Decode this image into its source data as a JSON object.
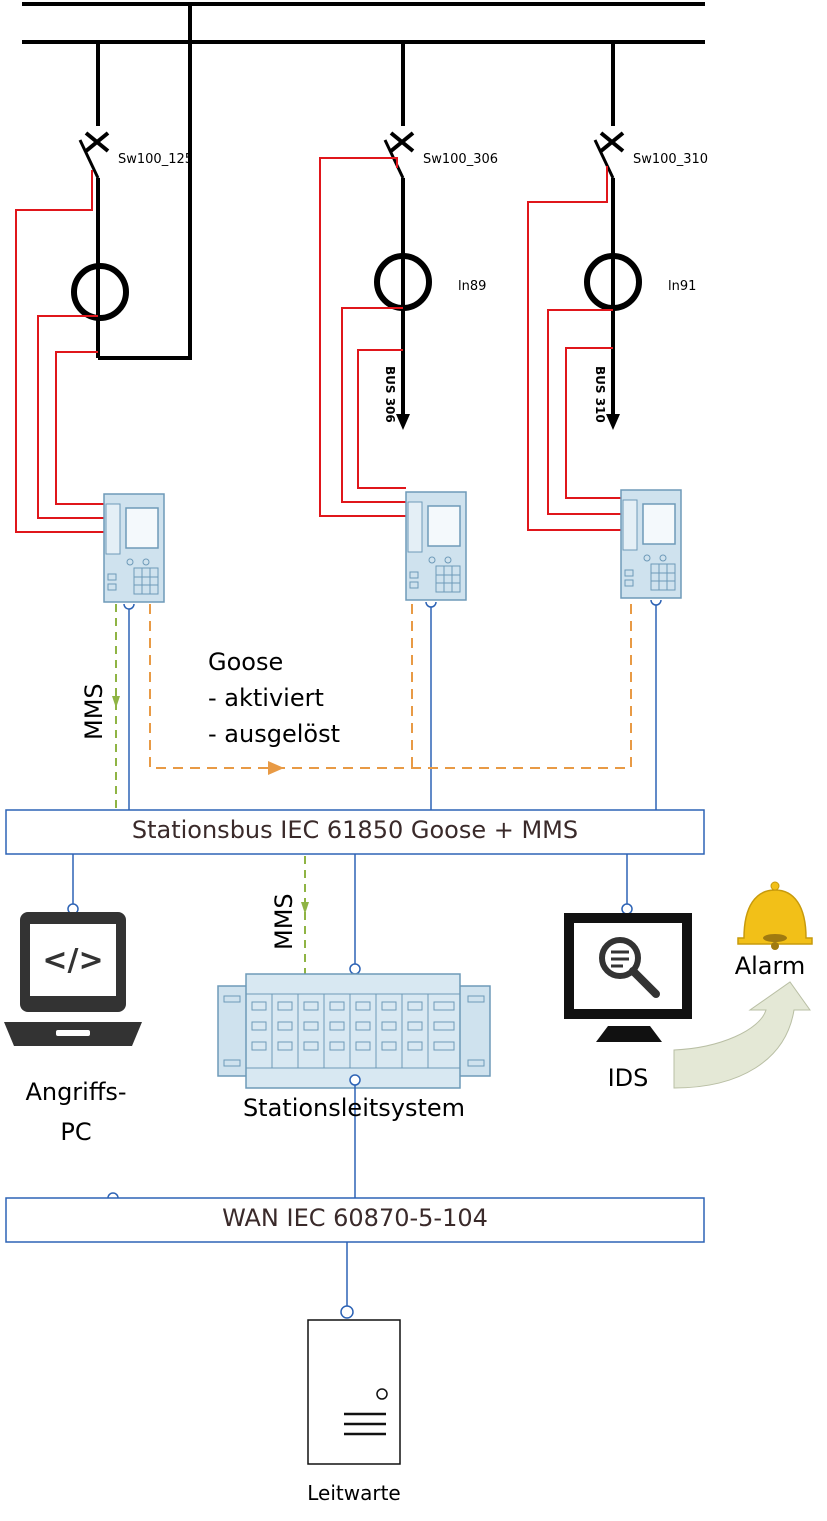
{
  "switches": [
    {
      "label": "Sw100_125"
    },
    {
      "label": "Sw100_306"
    },
    {
      "label": "Sw100_310"
    }
  ],
  "current_transformers": [
    {
      "label": "ln89"
    },
    {
      "label": "ln91"
    }
  ],
  "outgoing_buses": [
    {
      "label": "BUS 306"
    },
    {
      "label": "BUS 310"
    }
  ],
  "protocols": {
    "mms_upper": "MMS",
    "mms_lower": "MMS",
    "goose_title": "Goose",
    "goose_item1": "- aktiviert",
    "goose_item2": "- ausgelöst"
  },
  "station_bus": {
    "label": "Stationsbus IEC 61850 Goose + MMS"
  },
  "wan_bus": {
    "label": "WAN IEC 60870-5-104"
  },
  "devices": {
    "attack_pc_line1": "Angriffs-",
    "attack_pc_line2": "PC",
    "station_control": "Stationsleitsystem",
    "ids": "IDS",
    "alarm": "Alarm",
    "control_center": "Leitwarte"
  },
  "colors": {
    "busbar": "#000000",
    "wiring": "#e0161b",
    "network": "#2d63b5",
    "mms": "#8fb444",
    "goose": "#e89a45",
    "device_fill": "#cfe2ee",
    "device_stroke": "#6e9ab8",
    "bell": "#f2c018",
    "alarm_arrow": "#e4e8d6"
  }
}
